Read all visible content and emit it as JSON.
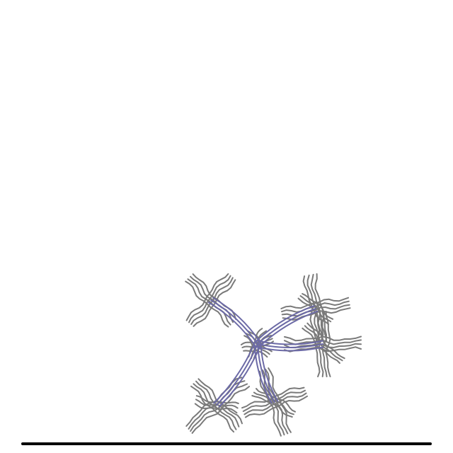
{
  "colors": {
    "background": "#ffffff",
    "ground": "#000000",
    "fiber": "#7a7a7a",
    "connector": "#6c6aa6"
  },
  "figure": {
    "kind": "fiber-network",
    "nodes": [
      {
        "id": "hub"
      },
      {
        "id": "cluster-upper-left"
      },
      {
        "id": "cluster-upper-right"
      },
      {
        "id": "cluster-right"
      },
      {
        "id": "cluster-lower-left"
      },
      {
        "id": "cluster-lower-center"
      }
    ],
    "edges": [
      [
        "hub",
        "cluster-upper-left"
      ],
      [
        "hub",
        "cluster-upper-right"
      ],
      [
        "hub",
        "cluster-right"
      ],
      [
        "hub",
        "cluster-lower-left"
      ],
      [
        "hub",
        "cluster-lower-center"
      ]
    ]
  }
}
